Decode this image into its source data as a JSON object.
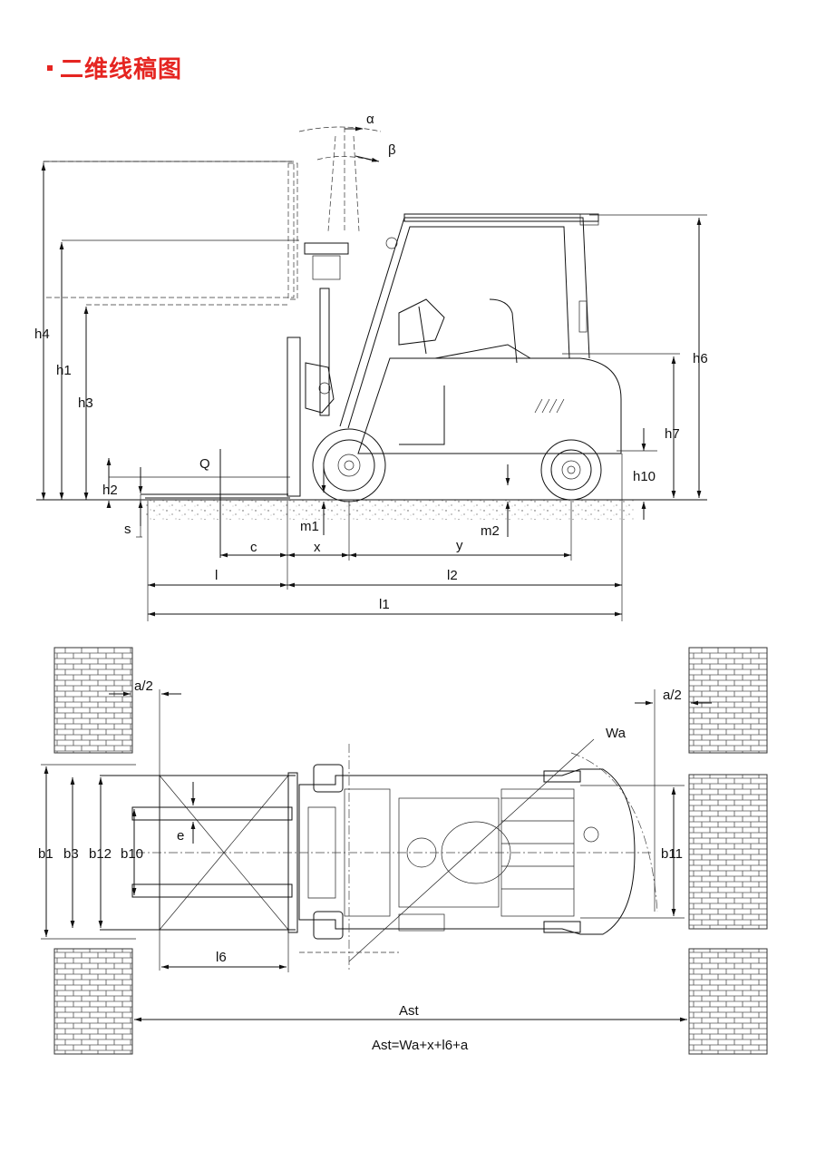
{
  "header": {
    "title": "二维线稿图"
  },
  "side_view": {
    "labels": {
      "alpha": "α",
      "beta": "β",
      "h4": "h4",
      "h1": "h1",
      "h3": "h3",
      "h2": "h2",
      "s": "s",
      "Q": "Q",
      "h6": "h6",
      "h7": "h7",
      "h10": "h10",
      "m1": "m1",
      "m2": "m2",
      "c": "c",
      "x": "x",
      "y": "y",
      "l": "l",
      "l2": "l2",
      "l1": "l1"
    }
  },
  "top_view": {
    "labels": {
      "a2_left": "a/2",
      "a2_right": "a/2",
      "Wa": "Wa",
      "b1": "b1",
      "b3": "b3",
      "b12": "b12",
      "b10": "b10",
      "e": "e",
      "b11": "b11",
      "l6": "l6",
      "Ast": "Ast",
      "formula": "Ast=Wa+x+l6+a"
    }
  }
}
